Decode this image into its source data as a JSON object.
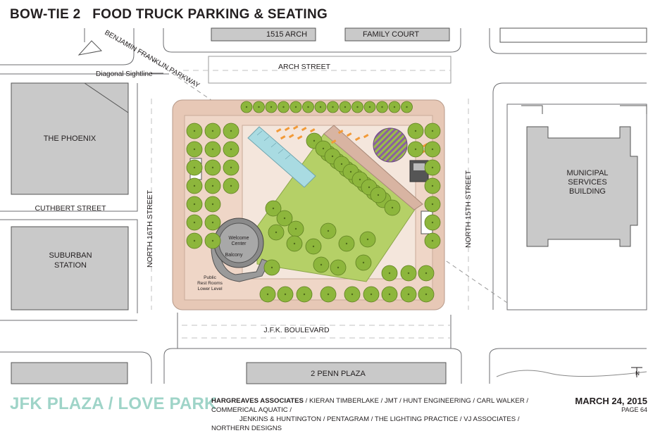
{
  "header": {
    "title": "BOW-TIE 2   FOOD TRUCK PARKING & SEATING"
  },
  "labels": {
    "building_1515": "1515 ARCH",
    "family_court": "FAMILY COURT",
    "parkway": "BENJAMIN FRANKLIN PARKWAY",
    "arch_street": "ARCH STREET",
    "diagonal": "Diagonal Sightline",
    "phoenix": "THE PHOENIX",
    "cuthbert": "CUTHBERT STREET",
    "suburban_1": "SUBURBAN",
    "suburban_2": "STATION",
    "n16": "NORTH 16TH STREET",
    "n15": "NORTH 15TH STREET",
    "msb_1": "MUNICIPAL",
    "msb_2": "SERVICES",
    "msb_3": "BUILDING",
    "jfk": "J.F.K. BOULEVARD",
    "penn": "2 PENN PLAZA",
    "welcome_1": "Welcome",
    "welcome_2": "Center",
    "balcony": "Balcony",
    "restrooms_1": "Public",
    "restrooms_2": "Rest Rooms",
    "restrooms_3": "Lower Level",
    "north": "N"
  },
  "footer": {
    "project": "JFK PLAZA / LOVE PARK",
    "firm": "HARGREAVES ASSOCIATES",
    "credits_1": " / KIERAN TIMBERLAKE / JMT / HUNT ENGINEERING / CARL WALKER / COMMERICAL AQUATIC /",
    "credits_2": "JENKINS & HUNTINGTON / PENTAGRAM / THE LIGHTING PRACTICE / VJ ASSOCIATES / NORTHERN DESIGNS",
    "date": "MARCH 24, 2015",
    "page": "PAGE 64"
  },
  "colors": {
    "tree": "#8db63c",
    "lawn": "#b5d067",
    "plaza": "#e7c8b6",
    "building": "#c9c9c9",
    "fountain": "#a9dbe2",
    "accent_title": "#9fd4c8"
  }
}
